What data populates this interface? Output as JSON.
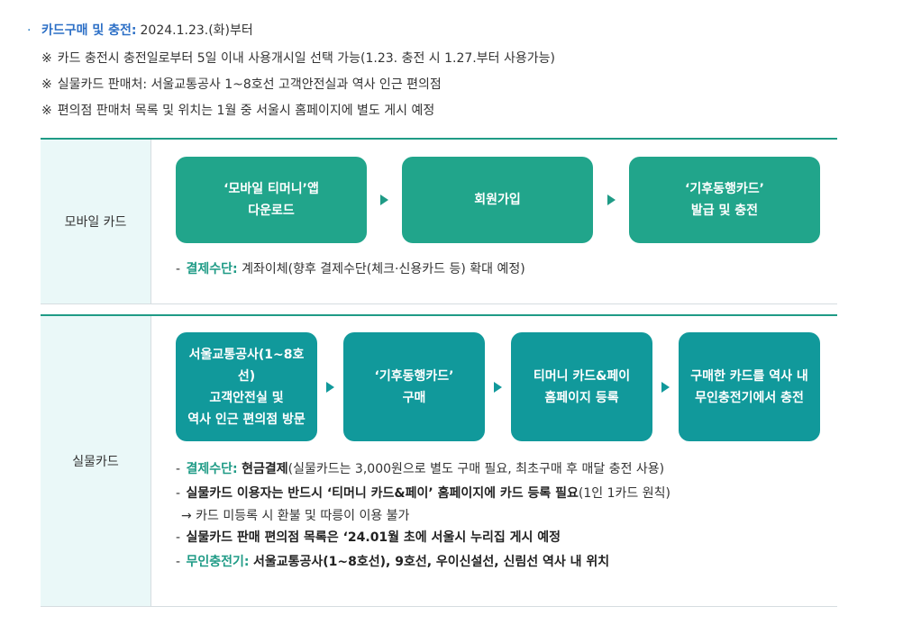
{
  "intro": {
    "bullet": "·",
    "head_label": "카드구매 및 충전:",
    "head_text": "2024.1.23.(화)부터",
    "note_mark": "※",
    "notes": [
      "카드 충전시 충전일로부터 5일 이내 사용개시일 선택 가능(1.23. 충전 시 1.27.부터 사용가능)",
      "실물카드 판매처: 서울교통공사 1~8호선 고객안전실과 역사 인근 편의점",
      "편의점 판매처 목록 및 위치는 1월 중 서울시 홈페이지에 별도 게시 예정"
    ]
  },
  "mobile": {
    "label": "모바일 카드",
    "steps": [
      {
        "line1": "‘모바일 티머니’앱",
        "line2": "다운로드"
      },
      {
        "line1": "회원가입"
      },
      {
        "line1": "‘기후동행카드’",
        "line2": "발급 및 충전"
      }
    ],
    "desc": {
      "dash": "-",
      "key": "결제수단:",
      "text": "계좌이체(향후 결제수단(체크·신용카드 등) 확대 예정)"
    }
  },
  "card": {
    "label": "실물카드",
    "steps": [
      {
        "line1": "서울교통공사(1~8호선)",
        "line2": "고객안전실 및",
        "line3": "역사 인근 편의점 방문"
      },
      {
        "line1": "‘기후동행카드’",
        "line2": "구매"
      },
      {
        "line1": "티머니 카드&페이",
        "line2": "홈페이지 등록"
      },
      {
        "line1": "구매한 카드를 역사 내",
        "line2": "무인충전기에서 충전"
      }
    ],
    "desc": {
      "dash": "-",
      "d1_key": "결제수단:",
      "d1_bold": "현금결제",
      "d1_text": "(실물카드는 3,000원으로 별도 구매 필요, 최초구매 후 매달 충전 사용)",
      "d2_bold": "실물카드 이용자는 반드시 ‘티머니 카드&페이’ 홈페이지에 카드 등록 필요",
      "d2_text": "(1인 1카드 원칙)",
      "d2_sub": "→ 카드 미등록 시 환불 및 따릉이 이용 불가",
      "d3_bold": "실물카드 판매 편의점 목록은 ‘24.01월 초에 서울시 누리집 게시 예정",
      "d4_key": "무인충전기:",
      "d4_bold": "서울교통공사(1~8호선), 9호선, 우이신설선, 신림선 역사 내 위치"
    }
  }
}
